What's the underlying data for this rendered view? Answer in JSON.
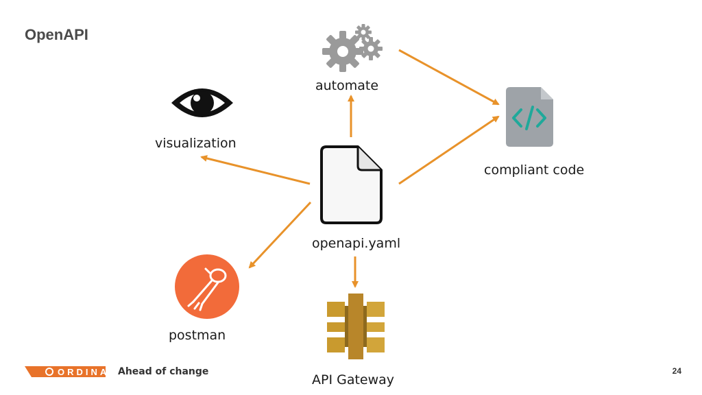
{
  "title": "OpenAPI",
  "center": {
    "label": "openapi.yaml"
  },
  "nodes": {
    "automate": "automate",
    "visualization": "visualization",
    "compliant_code": "compliant code",
    "postman": "postman",
    "api_gateway": "API Gateway"
  },
  "footer": {
    "brand": "ORDINA",
    "tagline": "Ahead of change",
    "page_number": "24"
  },
  "colors": {
    "arrow": "#E8922A",
    "brand_orange": "#E8732A",
    "postman_orange": "#F26B3A",
    "gear_gray": "#9A9A9A",
    "aws_gold": "#C99A2E"
  }
}
